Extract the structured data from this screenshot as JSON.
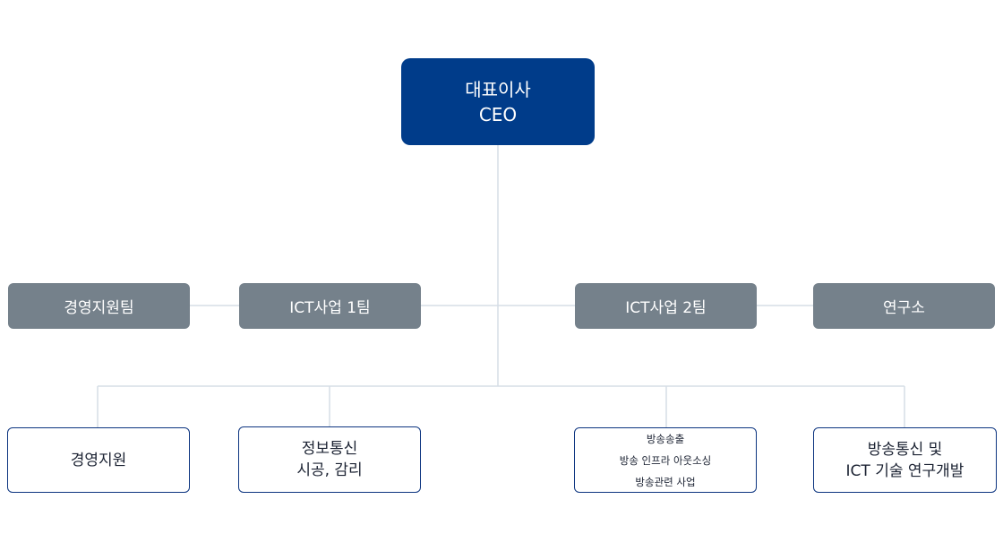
{
  "ceo": {
    "title_ko": "대표이사",
    "title_en": "CEO"
  },
  "teams": [
    {
      "label": "경영지원팀"
    },
    {
      "label": "ICT사업 1팀"
    },
    {
      "label": "ICT사업 2팀"
    },
    {
      "label": "연구소"
    }
  ],
  "units": [
    {
      "lines": [
        "경영지원"
      ]
    },
    {
      "lines": [
        "정보통신",
        "시공, 감리"
      ]
    },
    {
      "lines": [
        "방송송출",
        "방송 인프라 아웃소싱",
        "방송관련 사업"
      ]
    },
    {
      "lines": [
        "방송통신 및",
        "ICT 기술 연구개발"
      ]
    }
  ],
  "colors": {
    "ceo_fill": "#003c8a",
    "team_fill": "#75818b",
    "unit_border": "#0d3580",
    "connector": "#d5dde6"
  }
}
